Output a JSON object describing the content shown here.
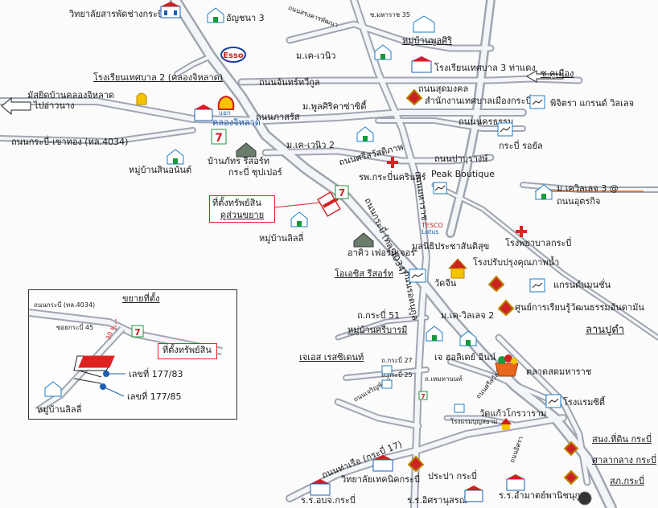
{
  "places": {
    "vitthayalai_sarapat": "วิทยาลัยสารพัดช่างกระบี่",
    "anchana3": "อัญชนา 3",
    "thanon_srisa": "ถนนสรงคารพัฒนา",
    "soi_maharat35": "ซ.มหาราช 35",
    "muban_phunsiri": "หมู่บ้านพูลศิริ",
    "mk_venice": "ม.เค-เวนิว",
    "school3": "โรงเรียนเทศบาล 3 ท่าแดง",
    "soi_kumuang": "ซ.คูเมือง",
    "esso": "Esso",
    "thanon_chan": "ถนนจันทร์ทวีกูล",
    "school2": "โรงเรียนเทศบาล 2 (คลองจิหลาด)",
    "mosque": "มัสยิดบ้านคลองจิหลาด",
    "to_aonang": "ไปอ่าวนาง",
    "yaek": "แยก",
    "klong_jilad": "คลองจิหลาด",
    "thanon_pakasit": "ถนนภาสรัส",
    "thanon_sutsang": "ถนนสุดมงคล",
    "office": "สำนักงานเทศบาลเมืองกระบี่",
    "phijitra": "พิจิตรา แกรนด์ วิลเลจ",
    "thanon_nongkam": "ถนนนครธรรม",
    "m_phunsiri": "ม.พูลศิริคาซ่าซิตี้",
    "mk_venice2": "ม.เค-เวนิว 2",
    "thanon_krabi_khaothong": "ถนนกระบี่-เขาทอง (ทล.4034)",
    "muban_sinanan": "หมู่บ้านสินอนันต์",
    "banpat_resort": "บ้านภัทร รีสอร์ท",
    "krabi_supper": "กระบี่ ซุปเปอร์",
    "thanon_srisaphap": "ถนนศรีสวัสดิภาพ",
    "krabi_royal": "กระบี่ รอยัล",
    "hospital_krabi_nakharin": "รพ.กระบี่นครินทร์",
    "thanon_pattana": "ถนนปาบุรางษ์",
    "peak_boutique": "Peak Boutique",
    "property_loc": "ที่ตั้งทรัพย์สิน",
    "see_zoom": "ดูส่วนขยาย",
    "m_kvillage3": "ม.เควิลเลจ 3 @",
    "thanon_utarakit": "ถนนอุตรกิจ",
    "thanon_krabi_main": "ถนนกระบี่ (ทล.4034)",
    "thanon_maharat": "ถนนมหาราช",
    "muban_lilly": "หมู่บ้านลิลลี่",
    "tesco": "TESCO",
    "lotus": "Lotus",
    "arnid_furniture": "อาคิว เฟอร์นิเจอร์",
    "mulanithi": "มูลนิธิประชาสันติสุข",
    "rong_phaya": "โรงพยาบาลกระบี่",
    "oasis": "โอเอซิส รีสอร์ท",
    "wat_jin": "วัดจีน",
    "rong_praprung": "โรงปรับปรุงคุณภาพน้ำ",
    "grand_mansion": "แกรนด์แมนชั่น",
    "thanon_daeng": "ถนนรอดนุกูล",
    "soon_kan": "ศูนย์การเรียนรู้วัฒนธรรมอันดามัน",
    "soi51": "ถ.กระบี่ 51",
    "mk_village2": "ม.เค-วิลเลจ 2",
    "lanpudam": "ลานปูดำ",
    "muban_sriburam": "หมู่บ้านศรีบารมี",
    "jes_residence": "เจเอส เรสซิเดนท์",
    "jay_holiday": "เจ ฮอลิเดย์ อินน์",
    "soi27": "ถ.กระบี่ 27",
    "soi25": "ถ.กระบี่ 25",
    "thanon_hemta": "ถ.เหมทานนท์",
    "talad": "ตลาดสดมหาราช",
    "thanon_chaoran": "ถนนเจริญพัฒน์",
    "wat_kaew": "วัดแก้วโกรวาราม",
    "pimalai": "โรงแรมบุญสยาม",
    "thanon_srisai": "ถนนศรีสวัสดิ์",
    "rongram_city": "โรงแรมซิตี้",
    "thanon_tharua": "ถนนท่าเรือ (กระบี่ 17)",
    "vtech": "วิทยาลัยเทคนิคกระบี่",
    "prapa": "ประปา กระบี่",
    "thanon_itsara": "ถนนอิศรา",
    "sanong_tidin": "สนง.ที่ดิน กระบี่",
    "sala_klang": "ศาลากลาง กระบี่",
    "sor_krabi": "สภ.กระบี่",
    "ror_ros": "ร.ร.อบจ.กระบี่",
    "ror_itsara": "ร.ร.อิศรานุสรณ์",
    "ror_anamai": "ร.ร.อำมาตย์พานิชนุกูล"
  },
  "inset": {
    "title": "ขยายที่ตั้ง",
    "road_label": "ถนนกระบี่ (ทล.4034)",
    "soi45": "ซอยกระบี่ 45",
    "dist": "30 ม.",
    "property_loc": "ที่ตั้งทรัพย์สิน",
    "no1": "เลขที่ 177/83",
    "no2": "เลขที่ 177/85",
    "muban_lilly": "หมู่บ้านลิลลี่"
  },
  "colors": {
    "road": "#9fa6b1",
    "property_red": "#d22222",
    "badge_blue": "#1c7fc7",
    "esso_blue": "#123fa1",
    "shell_yellow": "#f5c400",
    "seven_green": "#159a3c"
  },
  "icons": [
    "school-icon",
    "house-icon",
    "hotel-icon",
    "hospital-cross-icon",
    "temple-icon",
    "esso-logo",
    "shell-logo",
    "seven-eleven-icon",
    "market-icon",
    "govt-emblem-icon"
  ]
}
